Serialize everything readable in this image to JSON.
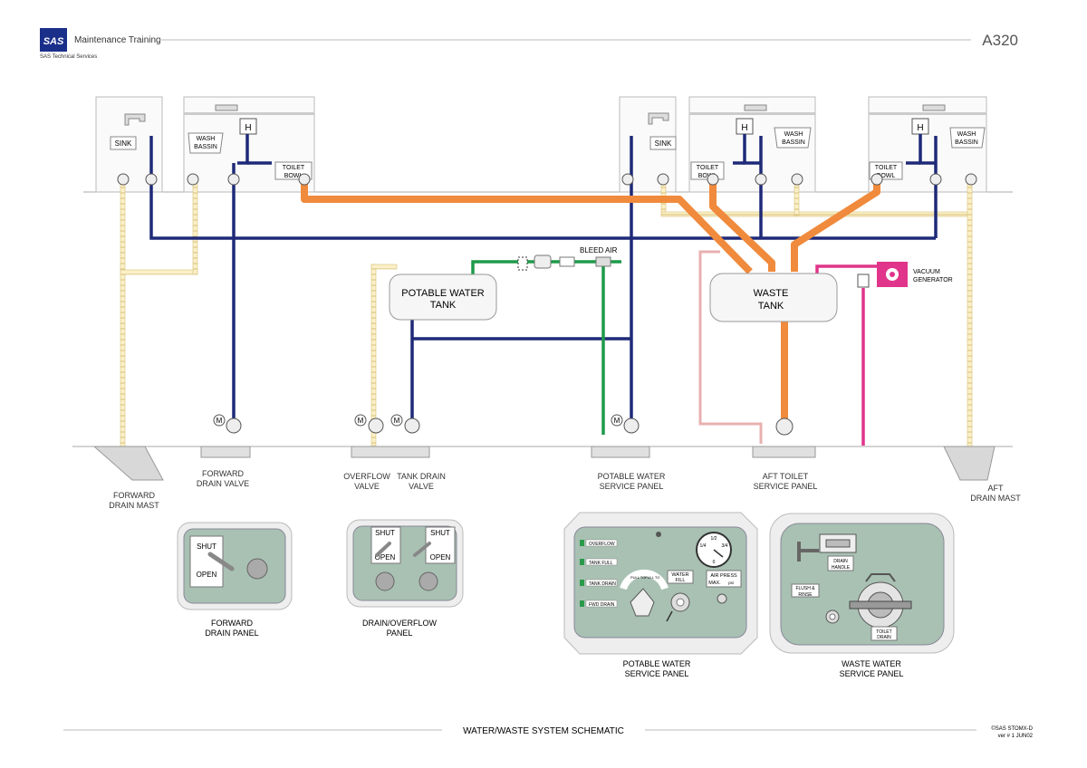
{
  "header": {
    "logo": "SAS",
    "title": "Maintenance Training",
    "subtitle": "SAS Technical Services",
    "aircraft": "A320"
  },
  "footer": {
    "title": "WATER/WASTE SYSTEM SCHEMATIC",
    "ref_line1": "©SAS  STOMX-D",
    "ref_line2": "ver # 1  JUN02"
  },
  "fixtures": {
    "sink": "SINK",
    "wash": [
      "WASH",
      "BASSIN"
    ],
    "toilet": [
      "TOILET",
      "BOWL"
    ],
    "hot": "H",
    "motor": "M"
  },
  "tanks": {
    "potable": [
      "POTABLE WATER",
      "TANK"
    ],
    "waste": [
      "WASTE",
      "TANK"
    ],
    "bleed_air": "BLEED AIR",
    "vacuum": [
      "VACUUM",
      "GENERATOR"
    ]
  },
  "labels": {
    "fwd_drain_valve": [
      "FORWARD",
      "DRAIN VALVE"
    ],
    "fwd_drain_mast": [
      "FORWARD",
      "DRAIN MAST"
    ],
    "overflow_valve": [
      "OVERFLOW",
      "VALVE"
    ],
    "tank_drain_valve": [
      "TANK DRAIN",
      "VALVE"
    ],
    "potable_service_panel": [
      "POTABLE WATER",
      "SERVICE PANEL"
    ],
    "aft_toilet_panel": [
      "AFT TOILET",
      "SERVICE PANEL"
    ],
    "aft_drain_mast": [
      "AFT",
      "DRAIN MAST"
    ]
  },
  "panels": {
    "fwd_drain": {
      "shut": "SHUT",
      "open": "OPEN",
      "caption": [
        "FORWARD",
        "DRAIN PANEL"
      ]
    },
    "drain_overflow": {
      "shut": "SHUT",
      "open": "OPEN",
      "caption": [
        "DRAIN/OVERFLOW",
        "PANEL"
      ]
    },
    "potable": {
      "indicators": [
        "OVERFLOW",
        "TANK FULL",
        "TANK DRAIN",
        "FWD DRAIN"
      ],
      "gauge_marks": [
        "1/2",
        "1/4",
        "3/4",
        "0"
      ],
      "water_fill": [
        "WATER",
        "FILL"
      ],
      "air_press": [
        "AIR PRESS",
        "MAX.",
        "psi"
      ],
      "pull_to": "PULL TO",
      "caption": [
        "POTABLE WATER",
        "SERVICE PANEL"
      ]
    },
    "waste": {
      "drain_handle": [
        "DRAIN",
        "HANDLE"
      ],
      "flush_rinse": [
        "FLUSH &",
        "RINSE"
      ],
      "toilet_drain": [
        "TOILET",
        "DRAIN"
      ],
      "caption": [
        "WASTE WATER",
        "SERVICE PANEL"
      ]
    }
  },
  "colors": {
    "potable": "#1e2a78",
    "waste": "#f08a3c",
    "bleed_air": "#1e9a4a",
    "vacuum": "#e0358a",
    "drain": "#f2dfa0",
    "overflow": "#e8b0b0",
    "panel_fill": "#a9c1b3"
  }
}
